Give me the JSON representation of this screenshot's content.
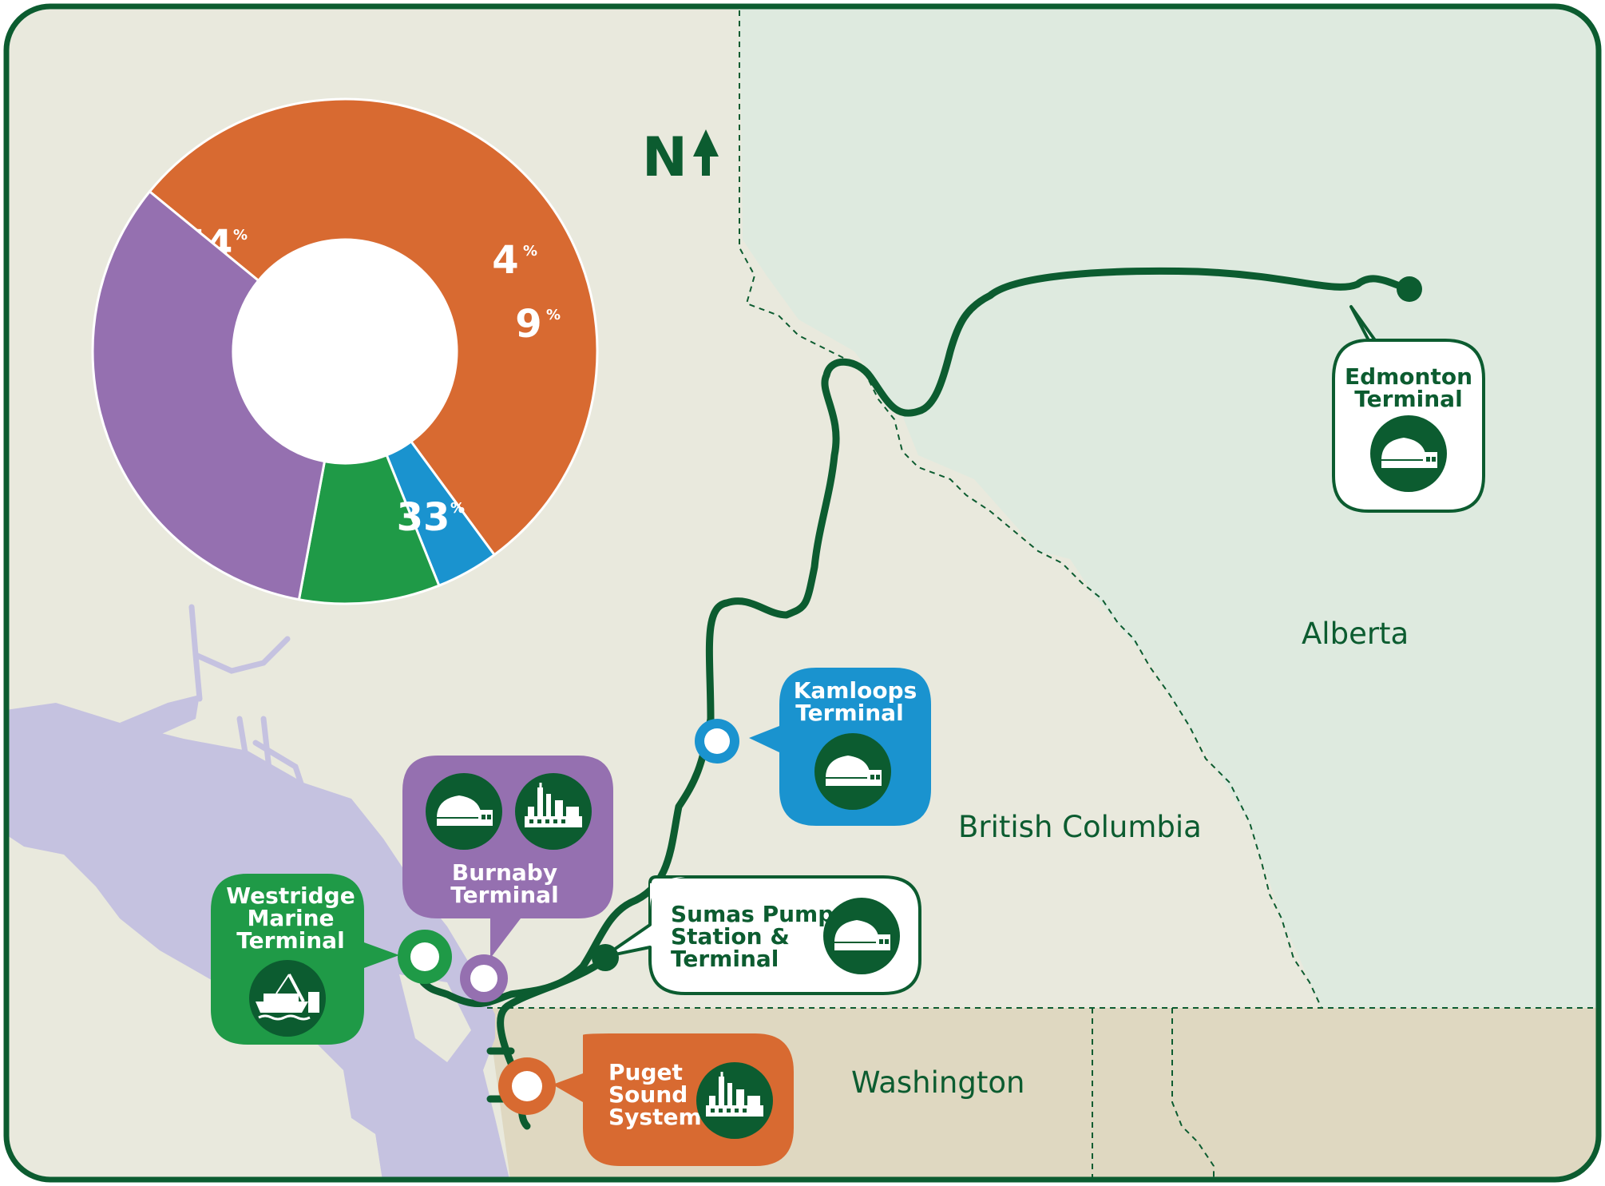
{
  "chart_data": {
    "type": "pie",
    "variant": "donut",
    "slices": [
      {
        "value": 54,
        "label": "54",
        "unit": "%",
        "color": "#d86a31"
      },
      {
        "value": 4,
        "label": "4",
        "unit": "%",
        "color": "#1a93cf"
      },
      {
        "value": 9,
        "label": "9",
        "unit": "%",
        "color": "#1f9a47"
      },
      {
        "value": 33,
        "label": "33",
        "unit": "%",
        "color": "#9570b0"
      }
    ]
  },
  "compass": {
    "letter": "N"
  },
  "regions": {
    "alberta": "Alberta",
    "british_columbia": "British Columbia",
    "washington": "Washington"
  },
  "terminals": {
    "edmonton": {
      "line1": "Edmonton",
      "line2": "Terminal"
    },
    "kamloops": {
      "line1": "Kamloops",
      "line2": "Terminal"
    },
    "burnaby": {
      "line1": "Burnaby",
      "line2": "Terminal"
    },
    "westridge": {
      "line1": "Westridge",
      "line2": "Marine",
      "line3": "Terminal"
    },
    "sumas": {
      "line1": "Sumas Pump",
      "line2": "Station &",
      "line3": "Terminal"
    },
    "puget": {
      "line1": "Puget",
      "line2": "Sound",
      "line3": "System"
    }
  },
  "icons": [
    "storage-tank-icon",
    "refinery-icon",
    "tanker-ship-icon"
  ],
  "colors": {
    "pipeline": "#0c5c30",
    "land": "#e9e9dd",
    "alberta_land": "#deeadf",
    "washington_land": "#dfd8c1",
    "water": "#c5c2e0",
    "kamloops": "#1a93cf",
    "burnaby": "#9570b0",
    "westridge": "#1f9a47",
    "puget": "#d86a31"
  }
}
